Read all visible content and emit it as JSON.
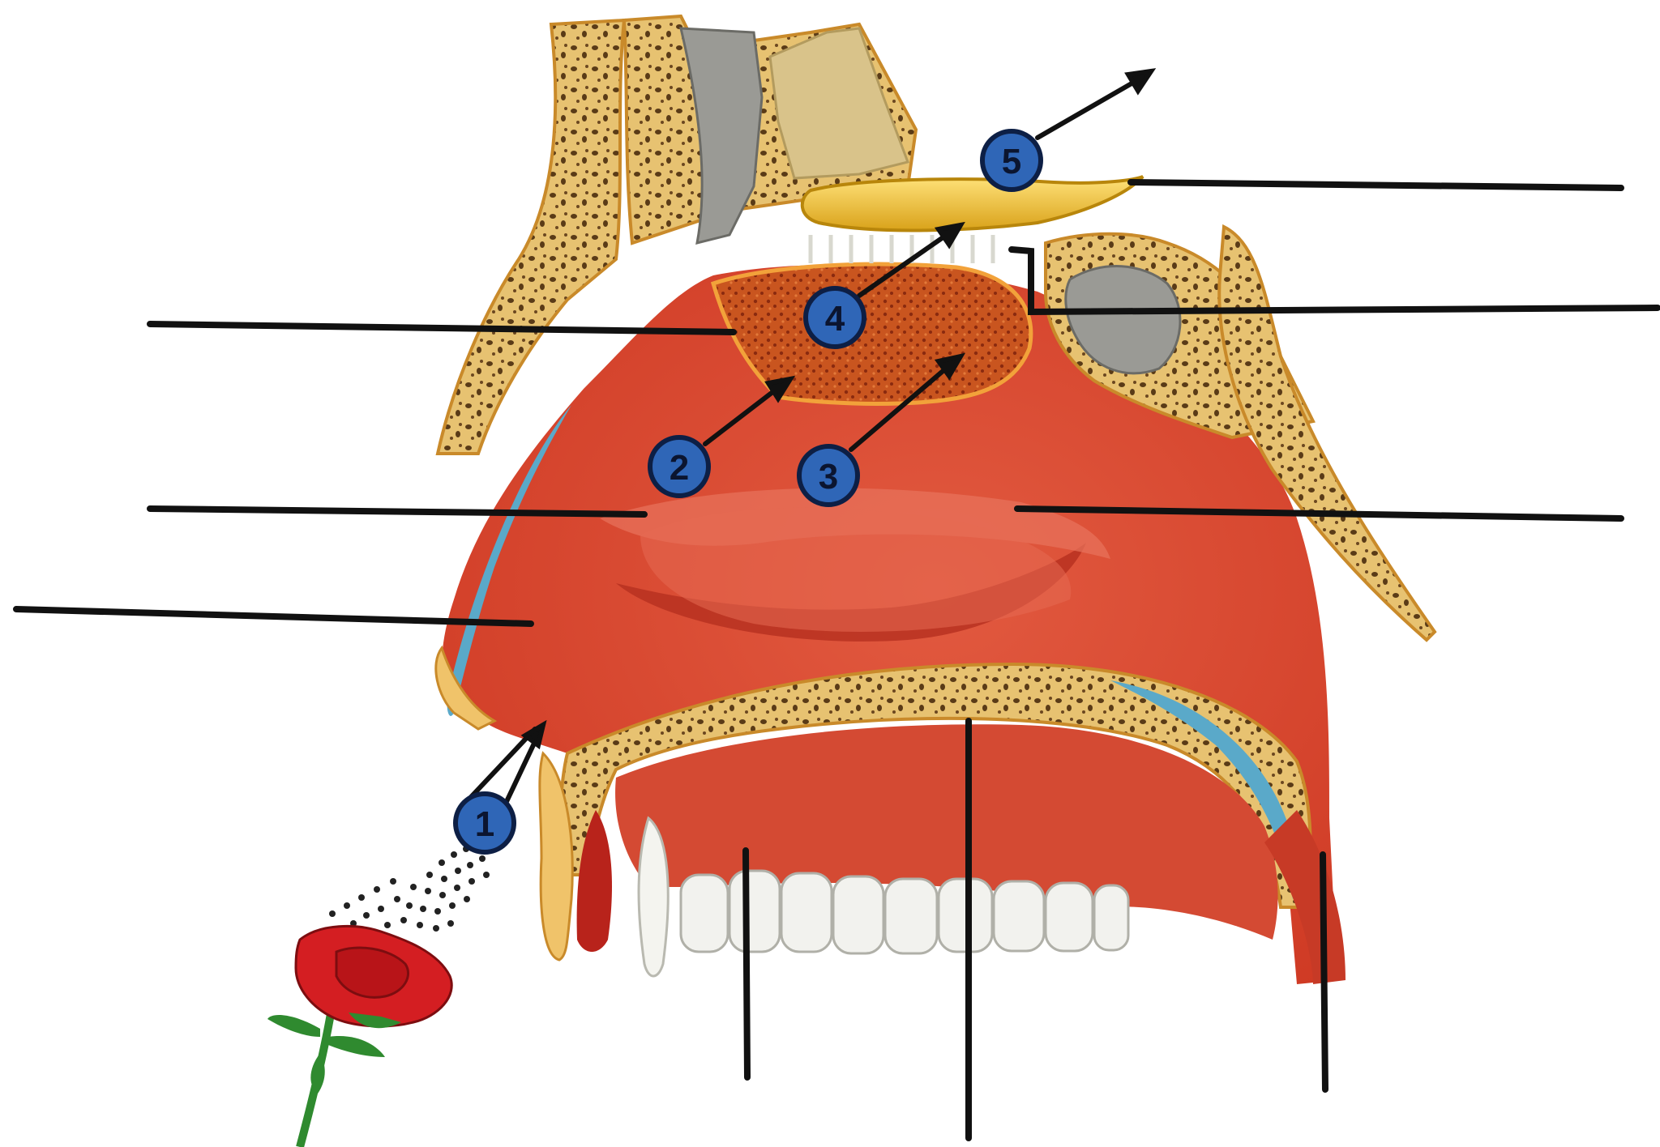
{
  "diagram": {
    "markers": [
      {
        "id": "1",
        "label": "1"
      },
      {
        "id": "2",
        "label": "2"
      },
      {
        "id": "3",
        "label": "3"
      },
      {
        "id": "4",
        "label": "4"
      },
      {
        "id": "5",
        "label": "5"
      }
    ],
    "colors": {
      "background": "#ffffff",
      "bone": "#e7c271",
      "bone_pore": "#5a3b17",
      "mucosa": "#d9432c",
      "mucosa_light": "#e8624a",
      "olfactory_region": "#c24a1f",
      "olfactory_bulb": "#f0c33a",
      "cartilage_blue": "#5aa9c9",
      "sinus_gray": "#9a9a95",
      "teeth": "#f2f2ee",
      "leader_lines": "#111111",
      "marker_fill": "#2f66b7",
      "marker_outline": "#0d1f45",
      "rose_red": "#d41e22",
      "stem_green": "#2f8a2f"
    },
    "icons": [
      "rose-icon",
      "odor-particles-icon",
      "arrow-icon"
    ]
  }
}
